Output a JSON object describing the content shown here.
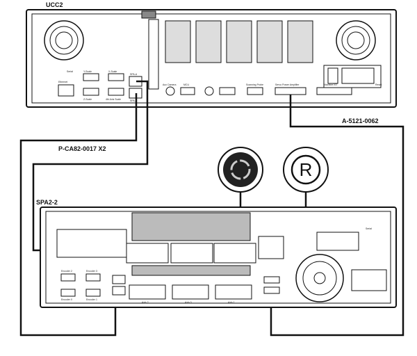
{
  "units": {
    "ucc": {
      "name": "UCC2",
      "ports": [
        "Y-Scale",
        "X-Scale",
        "Z-Scale",
        "4th Axis Scale",
        "SPA-A",
        "SPA-B",
        "Aux Camera",
        "MCU",
        "Scanning Probe",
        "Servo Power Amplifier",
        "Machine I/O",
        "Reset",
        "Ethernet",
        "Serial"
      ]
    },
    "spa": {
      "name": "SPA2-2",
      "ports": [
        "Encoder 2",
        "Encoder 3",
        "Encoder 0",
        "Encoder 1",
        "Axis 2",
        "Axis 0",
        "Axis 1",
        "Serial"
      ]
    }
  },
  "cables": {
    "spa_link": "P-CA82-0017 X2",
    "power_amp": "A-5121-0062"
  },
  "icons": [
    "reset-button-icon",
    "registered-r-icon"
  ]
}
